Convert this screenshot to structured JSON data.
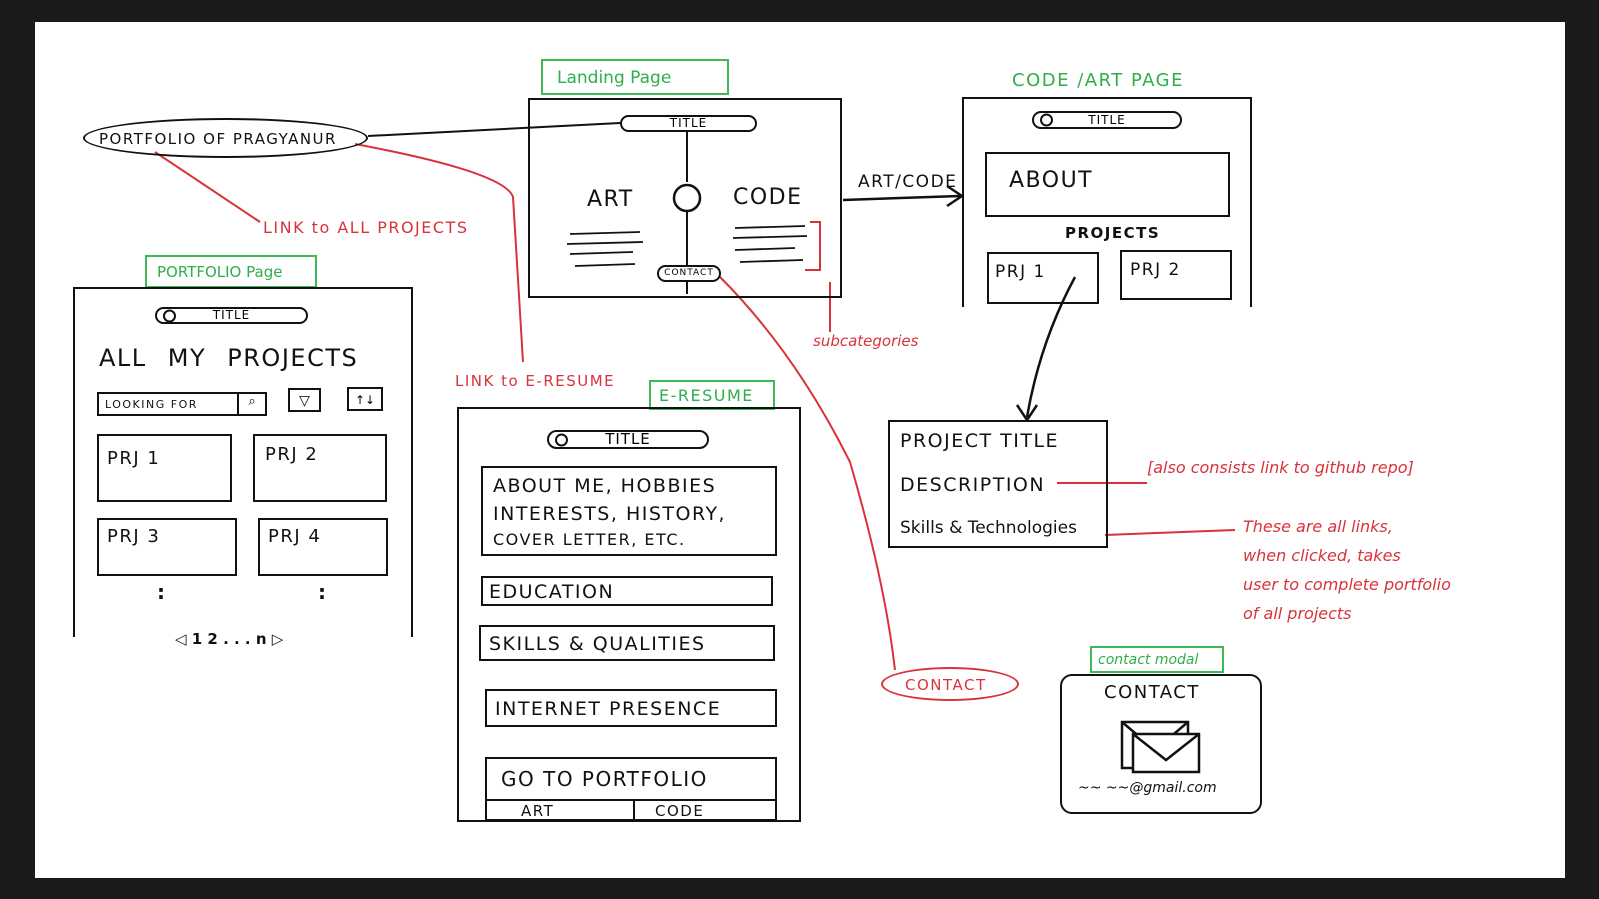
{
  "portfolio_pill": "PORTFOLIO OF PRAGYANUR",
  "link_all_projects": "LINK to ALL PROJECTS",
  "link_eresume": "LINK to E-RESUME",
  "subcategories": "subcategories",
  "art_code_arrow": "ART/CODE",
  "landing": {
    "label": "Landing Page",
    "title": "TITLE",
    "art": "ART",
    "code": "CODE",
    "contact": "CONTACT"
  },
  "code_art": {
    "label": "CODE /ART PAGE",
    "title": "TITLE",
    "about": "ABOUT",
    "projects": "PROJECTS",
    "prj1": "PRJ 1",
    "prj2": "PRJ 2"
  },
  "portfolio": {
    "label": "PORTFOLIO Page",
    "title": "TITLE",
    "heading": "ALL MY PROJECTS",
    "search_placeholder": "LOOKING FOR",
    "sort_symbol": "↑↓",
    "filter_symbol": "▽",
    "projects": [
      "PRJ 1",
      "PRJ 2",
      "PRJ 3",
      "PRJ 4"
    ],
    "more": ":",
    "pagination": "◁ 1 2 . . . n ▷"
  },
  "eresume": {
    "label": "E-RESUME",
    "title": "TITLE",
    "about_line1": "ABOUT ME, HOBBIES",
    "about_line2": "INTERESTS, HISTORY,",
    "about_line3": "COVER LETTER, ETC.",
    "education": "EDUCATION",
    "skills": "SKILLS & QUALITIES",
    "internet": "INTERNET PRESENCE",
    "goto": "GO TO PORTFOLIO",
    "art": "ART",
    "code": "CODE"
  },
  "project_detail": {
    "title": "PROJECT TITLE",
    "description": "DESCRIPTION",
    "skills": "Skills & Technologies"
  },
  "github_note": "[also consists link to github repo]",
  "links_note": [
    "These are all links,",
    "when clicked, takes",
    "user to complete portfolio",
    "of all projects"
  ],
  "contact_oval": "CONTACT",
  "contact_modal": {
    "label": "contact modal",
    "heading": "CONTACT",
    "email": "~~ ~~@gmail.com"
  },
  "colors": {
    "ink": "#111111",
    "green": "#2fae4a",
    "red": "#d9323b",
    "frame": "#1a1a1a"
  }
}
